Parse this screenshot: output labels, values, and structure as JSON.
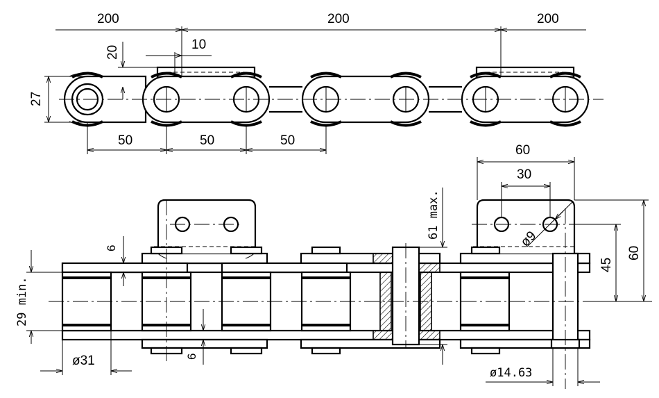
{
  "top_view": {
    "pitch_left": "200",
    "pitch_middle": "200",
    "pitch_right": "200",
    "attachment_height": "20",
    "attachment_offset": "10",
    "link_height": "27",
    "pitch_1": "50",
    "pitch_2": "50",
    "pitch_3": "50"
  },
  "front_view": {
    "attachment_width": "60",
    "hole_spacing": "30",
    "hole_diameter": "ø9",
    "height_max": "61 max.",
    "hole_height": "45",
    "attachment_total_height": "60",
    "plate_thickness_top": "6",
    "plate_thickness_bottom": "6",
    "inner_width": "29 min.",
    "roller_diameter": "ø31",
    "pin_diameter": "ø14.63"
  }
}
